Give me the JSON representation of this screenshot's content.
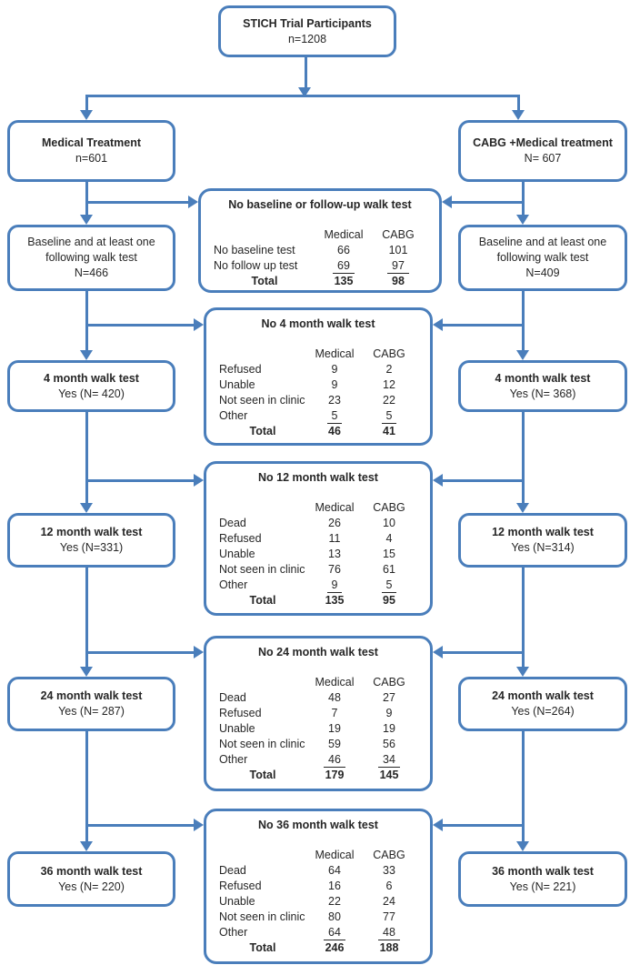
{
  "colors": {
    "accent": "#4a7ebb",
    "text": "#262626"
  },
  "top_box": {
    "title": "STICH Trial Participants",
    "n": "n=1208"
  },
  "left_arm": {
    "title": "Medical Treatment",
    "n": "n=601"
  },
  "right_arm": {
    "title": "CABG +Medical treatment",
    "n": "N= 607"
  },
  "left_boxes": [
    {
      "lines": [
        "Baseline and at least one",
        "following walk test",
        "N=466"
      ]
    },
    {
      "lines": [
        "4 month walk test",
        "Yes (N= 420)"
      ]
    },
    {
      "lines": [
        "12 month walk test",
        "Yes (N=331)"
      ]
    },
    {
      "lines": [
        "24 month walk test",
        "Yes (N= 287)"
      ]
    },
    {
      "lines": [
        "36 month walk test",
        "Yes (N= 220)"
      ]
    }
  ],
  "right_boxes": [
    {
      "lines": [
        "Baseline and at least one",
        "following walk test",
        "N=409"
      ]
    },
    {
      "lines": [
        "4 month walk test",
        "Yes (N= 368)"
      ]
    },
    {
      "lines": [
        "12 month walk test",
        "Yes (N=314)"
      ]
    },
    {
      "lines": [
        "24 month walk test",
        "Yes (N=264)"
      ]
    },
    {
      "lines": [
        "36 month walk test",
        "Yes (N= 221)"
      ]
    }
  ],
  "exclusion_boxes": [
    {
      "title": "No baseline or follow-up walk test",
      "headers": [
        "Medical",
        "CABG"
      ],
      "rows": [
        {
          "label": "No baseline test",
          "medical": "66",
          "cabg": "101"
        },
        {
          "label": "No follow up test",
          "medical": "69",
          "cabg": "97",
          "underline": true
        }
      ],
      "total_label": "Total",
      "total_medical": "135",
      "total_cabg": "98"
    },
    {
      "title": "No 4 month walk test",
      "headers": [
        "Medical",
        "CABG"
      ],
      "rows": [
        {
          "label": "Refused",
          "medical": "9",
          "cabg": "2"
        },
        {
          "label": "Unable",
          "medical": "9",
          "cabg": "12"
        },
        {
          "label": "Not seen in clinic",
          "medical": "23",
          "cabg": "22"
        },
        {
          "label": "Other",
          "medical": "5",
          "cabg": "5",
          "underline": true
        }
      ],
      "total_label": "Total",
      "total_medical": "46",
      "total_cabg": "41"
    },
    {
      "title": "No 12 month walk test",
      "headers": [
        "Medical",
        "CABG"
      ],
      "rows": [
        {
          "label": "Dead",
          "medical": "26",
          "cabg": "10"
        },
        {
          "label": "Refused",
          "medical": "11",
          "cabg": "4"
        },
        {
          "label": "Unable",
          "medical": "13",
          "cabg": "15"
        },
        {
          "label": "Not seen in clinic",
          "medical": "76",
          "cabg": "61"
        },
        {
          "label": "Other",
          "medical": "9",
          "cabg": "5",
          "underline": true
        }
      ],
      "total_label": "Total",
      "total_medical": "135",
      "total_cabg": "95"
    },
    {
      "title": "No 24 month walk test",
      "headers": [
        "Medical",
        "CABG"
      ],
      "rows": [
        {
          "label": "Dead",
          "medical": "48",
          "cabg": "27"
        },
        {
          "label": "Refused",
          "medical": "7",
          "cabg": "9"
        },
        {
          "label": "Unable",
          "medical": "19",
          "cabg": "19"
        },
        {
          "label": "Not seen in clinic",
          "medical": "59",
          "cabg": "56"
        },
        {
          "label": "Other",
          "medical": "46",
          "cabg": "34",
          "underline": true
        }
      ],
      "total_label": "Total",
      "total_medical": "179",
      "total_cabg": "145"
    },
    {
      "title": "No 36 month walk test",
      "headers": [
        "Medical",
        "CABG"
      ],
      "rows": [
        {
          "label": "Dead",
          "medical": "64",
          "cabg": "33"
        },
        {
          "label": "Refused",
          "medical": "16",
          "cabg": "6"
        },
        {
          "label": "Unable",
          "medical": "22",
          "cabg": "24"
        },
        {
          "label": "Not seen in clinic",
          "medical": "80",
          "cabg": "77"
        },
        {
          "label": "Other",
          "medical": "64",
          "cabg": "48",
          "underline": true
        }
      ],
      "total_label": "Total",
      "total_medical": "246",
      "total_cabg": "188"
    }
  ]
}
